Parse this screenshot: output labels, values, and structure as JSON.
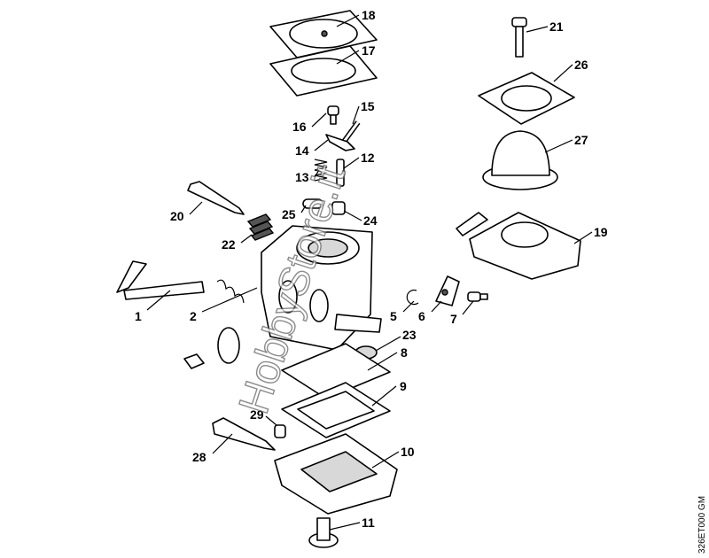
{
  "diagram": {
    "watermark": "HobbyStore.it",
    "drawing_code": "326ET000 GM",
    "callouts": [
      "18",
      "17",
      "21",
      "26",
      "16",
      "15",
      "14",
      "12",
      "13",
      "27",
      "20",
      "25",
      "24",
      "22",
      "19",
      "1",
      "2",
      "5",
      "6",
      "7",
      "23",
      "8",
      "9",
      "29",
      "28",
      "10",
      "11"
    ]
  }
}
